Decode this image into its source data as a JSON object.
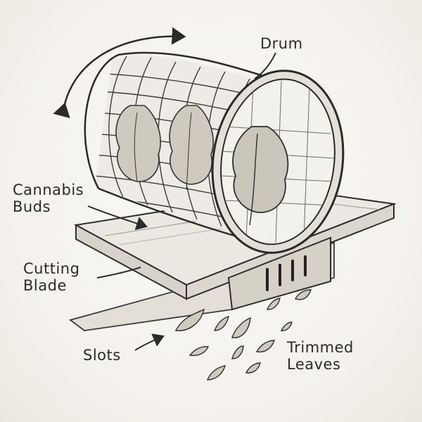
{
  "labels": {
    "drum": "Drum",
    "cannabis_buds": [
      "Cannabis",
      "Buds"
    ],
    "cutting_blade": [
      "Cutting",
      "Blade"
    ],
    "slots": "Slots",
    "trimmed_leaves": [
      "Trimmed",
      "Leaves"
    ]
  }
}
